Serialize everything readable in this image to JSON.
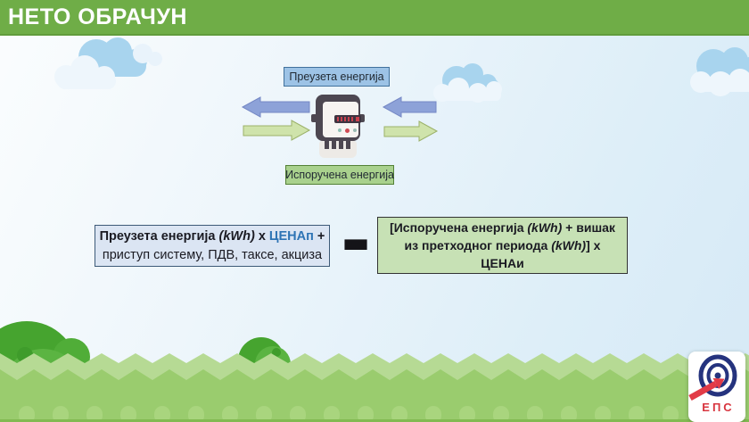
{
  "header": {
    "title": "НЕТО ОБРАЧУН"
  },
  "diagram": {
    "received_label": "Преузета енергија",
    "delivered_label": "Испоручена енергија"
  },
  "formula": {
    "minuend": {
      "seg_name": "Преузета енергија ",
      "seg_kwh": "(kWh)",
      "seg_times": " x ",
      "seg_price": "ЦЕНАп",
      "seg_plus": " +",
      "line2": "приступ систему, ПДВ, таксе, акциза"
    },
    "operator": "-",
    "subtrahend": {
      "seg_open": "[Испоручена енергија ",
      "seg_kwh1": "(kWh)",
      "seg_plus_surplus": " + вишак",
      "seg_line2a": "из претходног периода ",
      "seg_kwh2": "(kWh)",
      "seg_close": "] x",
      "seg_price": "ЦЕНАи"
    }
  },
  "logo": {
    "text": "ЕПС"
  },
  "icons": {
    "meter": "electricity-meter-icon",
    "cloud": "cloud-icon",
    "received_arrows": "received-energy-arrow",
    "delivered_arrows": "delivered-energy-arrow",
    "logo": "eps-logo"
  },
  "colors": {
    "header_green": "#6fad47",
    "price_blue": "#2e74b5",
    "price_green": "#84a173",
    "arrow_blue": "#8da2d8",
    "arrow_green": "#cfe3ab",
    "label_blue_bg": "#9dc3e6",
    "label_green_bg": "#a9d18d",
    "box_blue_bg": "#dbe5f3",
    "box_green_bg": "#c7e1b5",
    "logo_blue": "#25337e",
    "logo_red": "#e23b47"
  }
}
